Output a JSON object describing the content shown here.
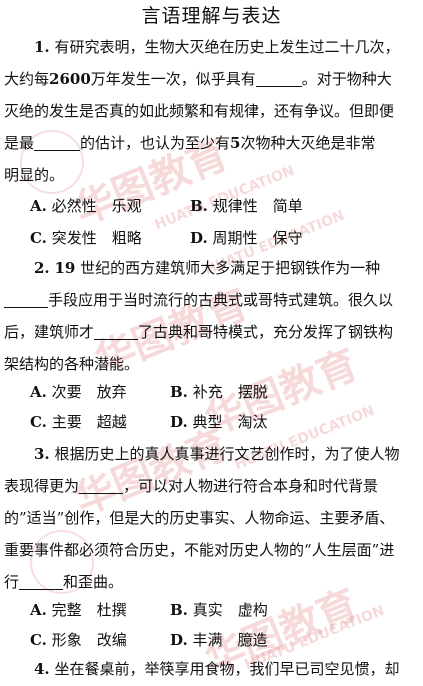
{
  "title": "言语理解与表达",
  "watermarks": {
    "brand_cn": "华图教育",
    "brand_en": "HUATU EDUCATION",
    "color": "#e8a0a0"
  },
  "q1": {
    "num": "1.",
    "l1_a": "有研究表明，生物大灭绝在历史上发生过二十几次，",
    "l2_a": "大约每",
    "l2_b": "2600",
    "l2_c": "万年发生一次，似乎具有",
    "l2_d": "。对于物种大",
    "l3": "灭绝的发生是否真的如此频繁和有规律，还有争议。但即便",
    "l4_a": "是最",
    "l4_b": "的估计，也认为至少有",
    "l4_c": "5",
    "l4_d": "次物种大灭绝是非常",
    "l5": "明显的。",
    "options": [
      {
        "letter": "A.",
        "text": "必然性　乐观"
      },
      {
        "letter": "B.",
        "text": "规律性　简单"
      },
      {
        "letter": "C.",
        "text": "突发性　粗略"
      },
      {
        "letter": "D.",
        "text": "周期性　保守"
      }
    ]
  },
  "q2": {
    "num": "2.",
    "l1_a": "19",
    "l1_b": "世纪的西方建筑师大多满足于把钢铁作为一种",
    "l2": "手段应用于当时流行的古典式或哥特式建筑。很久以",
    "l3_a": "后，建筑师才",
    "l3_b": "了古典和哥特模式，充分发挥了钢铁构",
    "l4": "架结构的各种潜能。",
    "options": [
      {
        "letter": "A.",
        "text": "次要　放弃"
      },
      {
        "letter": "B.",
        "text": "补充　摆脱"
      },
      {
        "letter": "C.",
        "text": "主要　超越"
      },
      {
        "letter": "D.",
        "text": "典型　淘汰"
      }
    ]
  },
  "q3": {
    "num": "3.",
    "l1": "根据历史上的真人真事进行文艺创作时，为了使人物",
    "l2_a": "表现得更为",
    "l2_b": "，可以对人物进行符合本身和时代背景",
    "l3": "的”适当”创作，但是大的历史事实、人物命运、主要矛盾、",
    "l4": "重要事件都必须符合历史，不能对历史人物的“人生层面”进",
    "l5_a": "行",
    "l5_b": "和歪曲。",
    "options": [
      {
        "letter": "A.",
        "text": "完整　杜撰"
      },
      {
        "letter": "B.",
        "text": "真实　虚构"
      },
      {
        "letter": "C.",
        "text": "形象　改编"
      },
      {
        "letter": "D.",
        "text": "丰满　臆造"
      }
    ]
  },
  "q4": {
    "num": "4.",
    "l1": "坐在餐桌前，举筷享用食物，我们早已司空见惯，却"
  }
}
